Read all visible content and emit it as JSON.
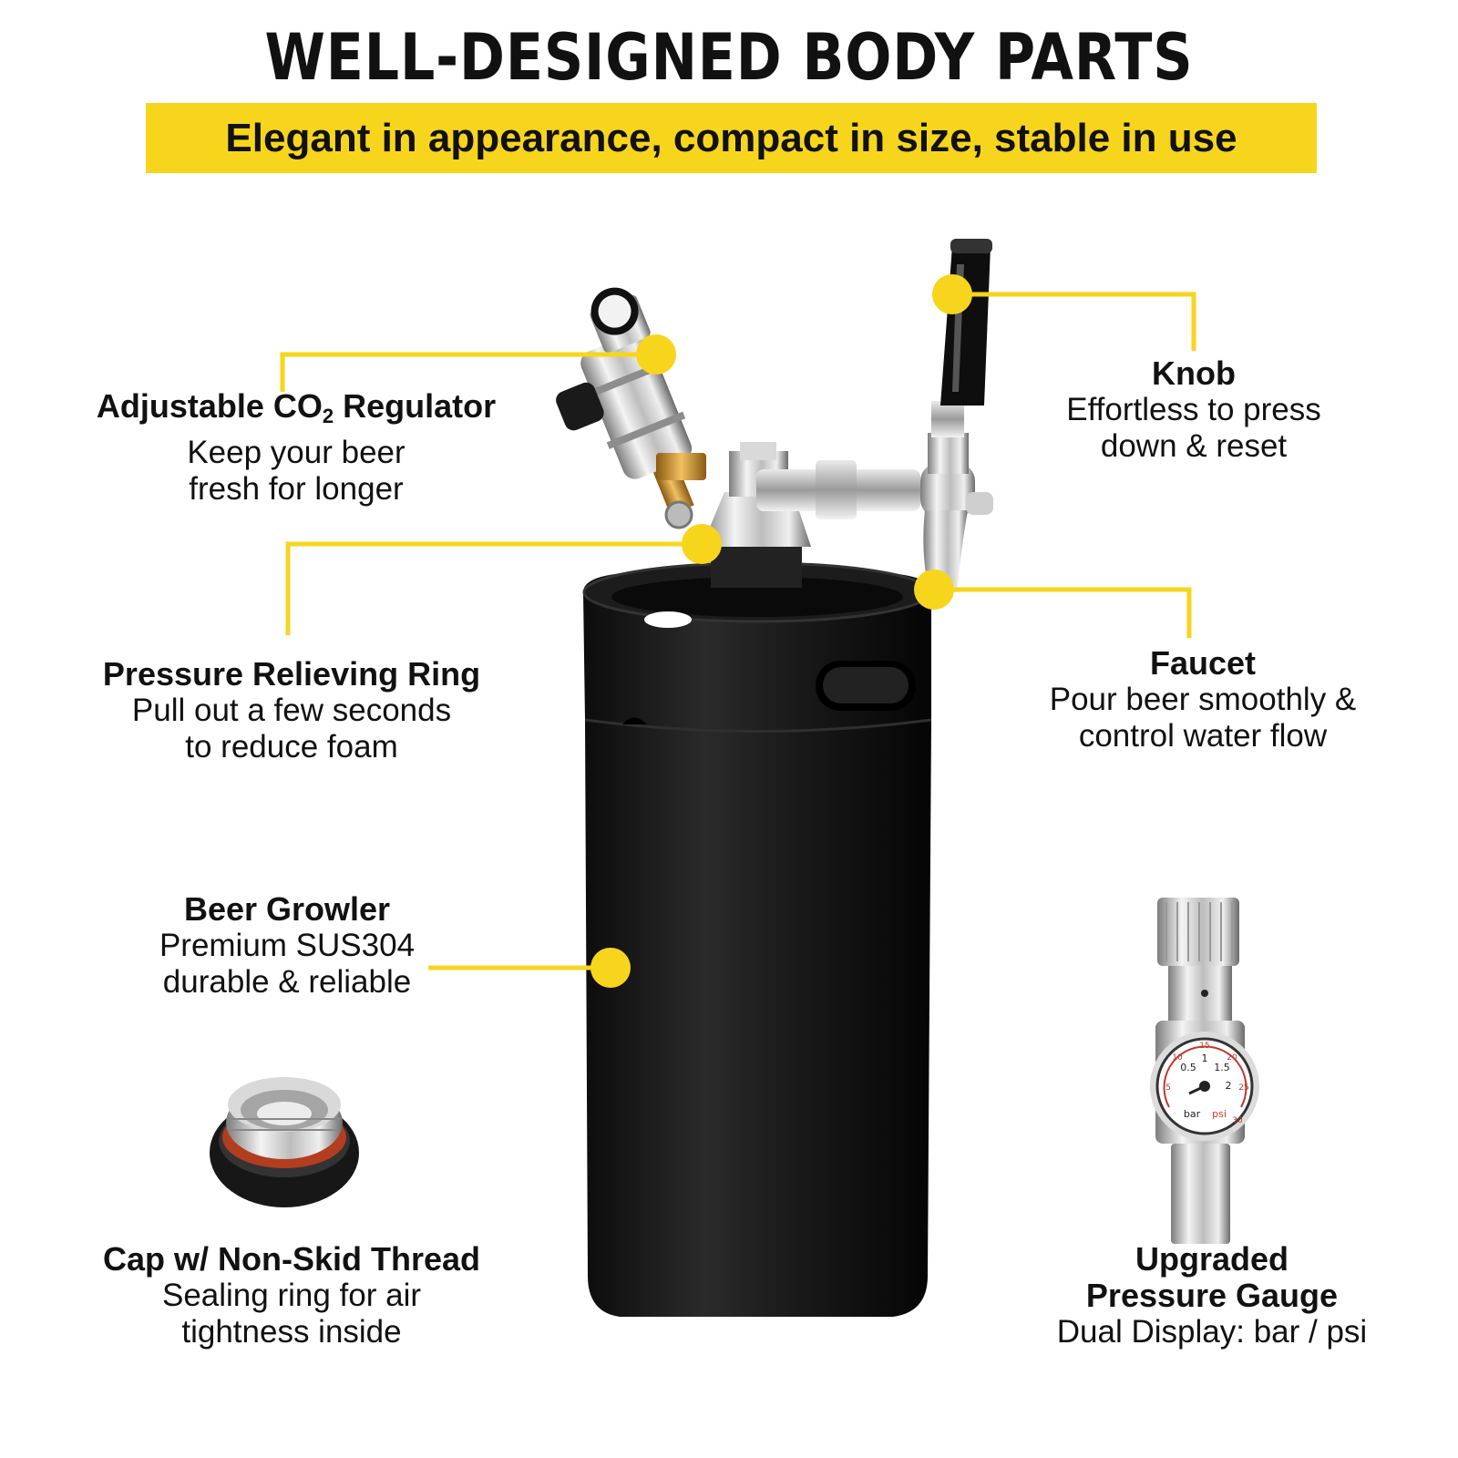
{
  "title": "WELL-DESIGNED BODY PARTS",
  "subtitle": "Elegant in appearance, compact in size, stable in use",
  "accent_color": "#f7d51d",
  "labels": {
    "regulator": {
      "title_pre": "Adjustable CO",
      "title_sub": "2",
      "title_post": " Regulator",
      "line1": "Keep your beer",
      "line2": "fresh for longer"
    },
    "knob": {
      "title": "Knob",
      "line1": "Effortless to press",
      "line2": "down & reset"
    },
    "ring": {
      "title": "Pressure Relieving Ring",
      "line1": "Pull out a few seconds",
      "line2": "to reduce foam"
    },
    "faucet": {
      "title": "Faucet",
      "line1": "Pour beer smoothly &",
      "line2": "control water flow"
    },
    "growler": {
      "title": "Beer Growler",
      "line1": "Premium SUS304",
      "line2": "durable & reliable"
    },
    "cap": {
      "title": "Cap w/ Non-Skid Thread",
      "line1": "Sealing ring for air",
      "line2": "tightness inside"
    },
    "gauge": {
      "title1": "Upgraded",
      "title2": "Pressure Gauge",
      "line1": "Dual Display: bar / psi"
    }
  },
  "gauge_dial": {
    "bar_ticks": [
      "0.5",
      "1",
      "1.5",
      "2"
    ],
    "psi_ticks": [
      "5",
      "10",
      "15",
      "20",
      "25",
      "30"
    ],
    "unit_bar": "bar",
    "unit_psi": "psi"
  }
}
